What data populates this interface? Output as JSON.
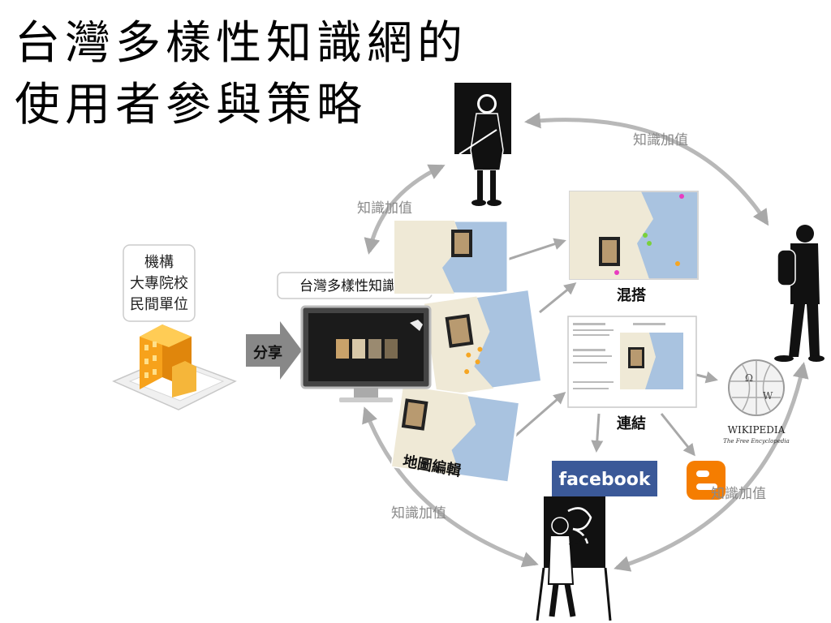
{
  "title": {
    "line1": "台灣多樣性知識網的",
    "line2": "使用者參與策略"
  },
  "diagram": {
    "institution_lines": [
      "機構",
      "大專院校",
      "民間單位"
    ],
    "share_label": "分享",
    "platform_label": "台灣多樣性知識網",
    "value_added_top": "知識加值",
    "value_added_left": "知識加值",
    "value_added_bottom": "知識加值",
    "value_added_right": "知識加值",
    "mashup_label": "混搭",
    "link_label": "連結",
    "map_edit_label": "地圖編輯",
    "facebook_label": "facebook",
    "wikipedia_label": "WIKIPEDIA",
    "wikipedia_tagline": "The Free Encyclopedia",
    "colors": {
      "arrow": "#b8b8b8",
      "facebook": "#3b5998",
      "blogger": "#f57d00",
      "building": "#f7a21b",
      "map_sea": "#a9c3e0",
      "map_land": "#efe9d6"
    },
    "icons": [
      "teacher-silhouette-icon",
      "backpacker-silhouette-icon",
      "painter-silhouette-icon",
      "building-icon",
      "monitor-icon",
      "wikipedia-globe-icon",
      "blogger-icon"
    ]
  }
}
